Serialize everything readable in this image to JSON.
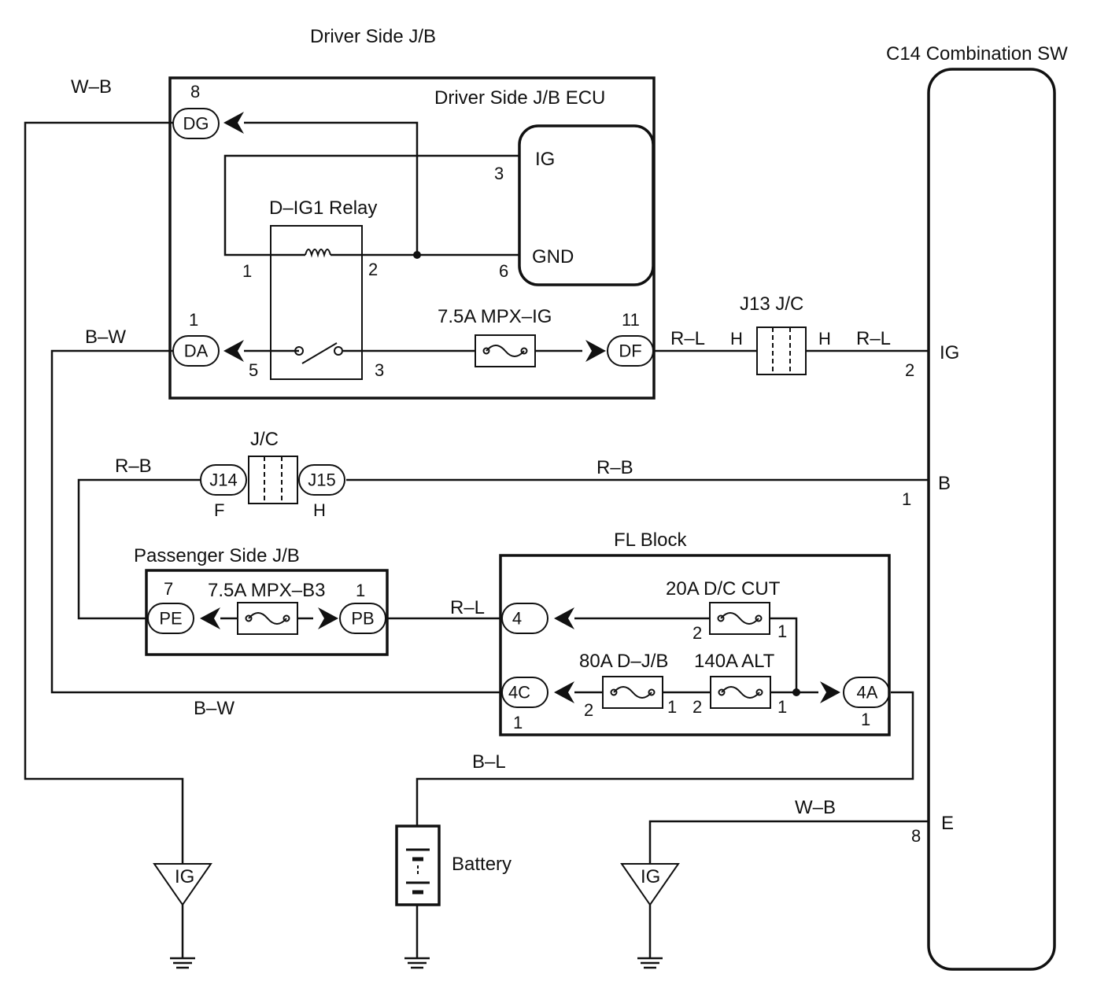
{
  "labels": {
    "driver_jb": "Driver Side J/B",
    "driver_ecu": "Driver Side J/B ECU",
    "combination_sw": "C14 Combination SW",
    "relay": "D–IG1 Relay",
    "fuse_mpx_ig": "7.5A MPX–IG",
    "j13": "J13 J/C",
    "jc": "J/C",
    "passenger_jb": "Passenger Side J/B",
    "fuse_mpx_b3": "7.5A MPX–B3",
    "fl_block": "FL Block",
    "fuse_dc_cut": "20A D/C CUT",
    "fuse_djb": "80A D–J/B",
    "fuse_alt": "140A ALT",
    "battery": "Battery",
    "ecu_ig": "IG",
    "ecu_gnd": "GND",
    "sw_ig": "IG",
    "sw_b": "B",
    "sw_e": "E",
    "ground1": "IG",
    "ground2": "IG"
  },
  "wires": {
    "wb_top": "W–B",
    "bw_top": "B–W",
    "rl_df": "R–L",
    "rl_sw": "R–L",
    "rb_left": "R–B",
    "rb_right": "R–B",
    "rl_pb": "R–L",
    "bw_bottom": "B–W",
    "bl": "B–L",
    "wb_bottom": "W–B"
  },
  "connectors": {
    "dg": "DG",
    "da": "DA",
    "df": "DF",
    "j14": "J14",
    "j15": "J15",
    "pe": "PE",
    "pb": "PB",
    "c4": "4",
    "c4c": "4C",
    "c4a": "4A"
  },
  "pins": {
    "dg": "8",
    "da": "1",
    "df": "11",
    "ecu_ig": "3",
    "ecu_gnd": "6",
    "relay_1": "1",
    "relay_2": "2",
    "relay_5": "5",
    "relay_3": "3",
    "j13_left": "H",
    "j13_right": "H",
    "sw_ig": "2",
    "j14": "F",
    "j15": "H",
    "sw_b": "1",
    "pe": "7",
    "pb": "1",
    "dc_cut_2": "2",
    "dc_cut_1": "1",
    "djb_2": "2",
    "djb_1": "1",
    "alt_2": "2",
    "alt_1": "1",
    "c4c": "1",
    "c4a": "1",
    "sw_e": "8"
  }
}
